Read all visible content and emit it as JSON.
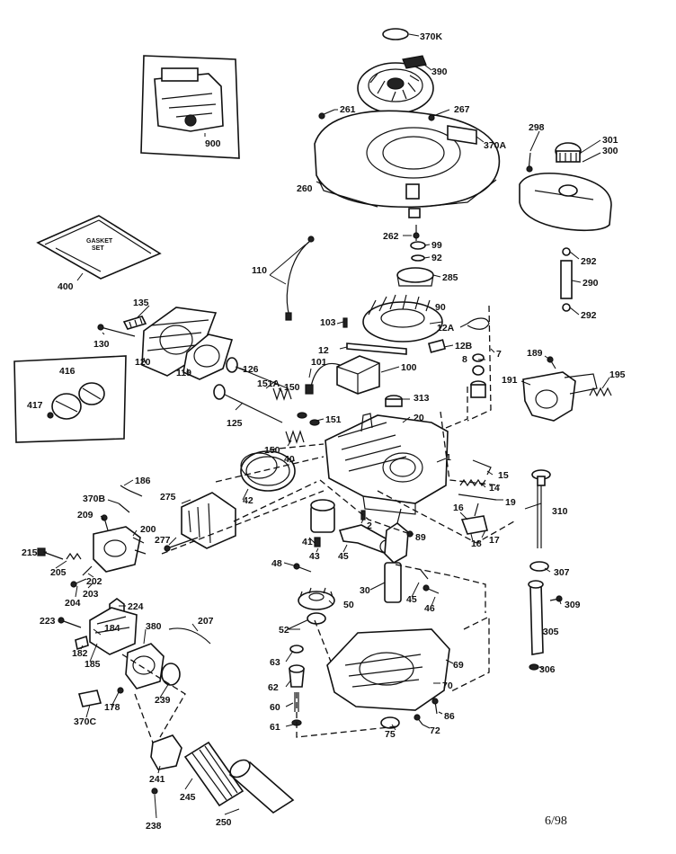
{
  "diagram": {
    "gasket_set_text": [
      "GASKET",
      "SET"
    ],
    "date_code": "6/98",
    "part_labels": [
      "370K",
      "390",
      "261",
      "267",
      "370A",
      "298",
      "301",
      "300",
      "260",
      "262",
      "99",
      "92",
      "285",
      "292",
      "290",
      "292",
      "900",
      "400",
      "110",
      "103",
      "90",
      "12A",
      "12B",
      "12",
      "7",
      "135",
      "130",
      "120",
      "119",
      "126",
      "151A",
      "150",
      "101",
      "100",
      "8",
      "189",
      "191",
      "195",
      "416",
      "417",
      "125",
      "313",
      "20",
      "151",
      "150",
      "40",
      "1",
      "15",
      "14",
      "19",
      "186",
      "370B",
      "275",
      "42",
      "16",
      "17",
      "18",
      "310",
      "209",
      "200",
      "215",
      "205",
      "202",
      "203",
      "204",
      "277",
      "2",
      "89",
      "41",
      "43",
      "45",
      "224",
      "48",
      "30",
      "45",
      "46",
      "50",
      "307",
      "309",
      "223",
      "182",
      "184",
      "380",
      "207",
      "185",
      "52",
      "305",
      "63",
      "69",
      "306",
      "178",
      "239",
      "370C",
      "62",
      "70",
      "60",
      "61",
      "75",
      "72",
      "86",
      "241",
      "245",
      "238",
      "250"
    ]
  }
}
